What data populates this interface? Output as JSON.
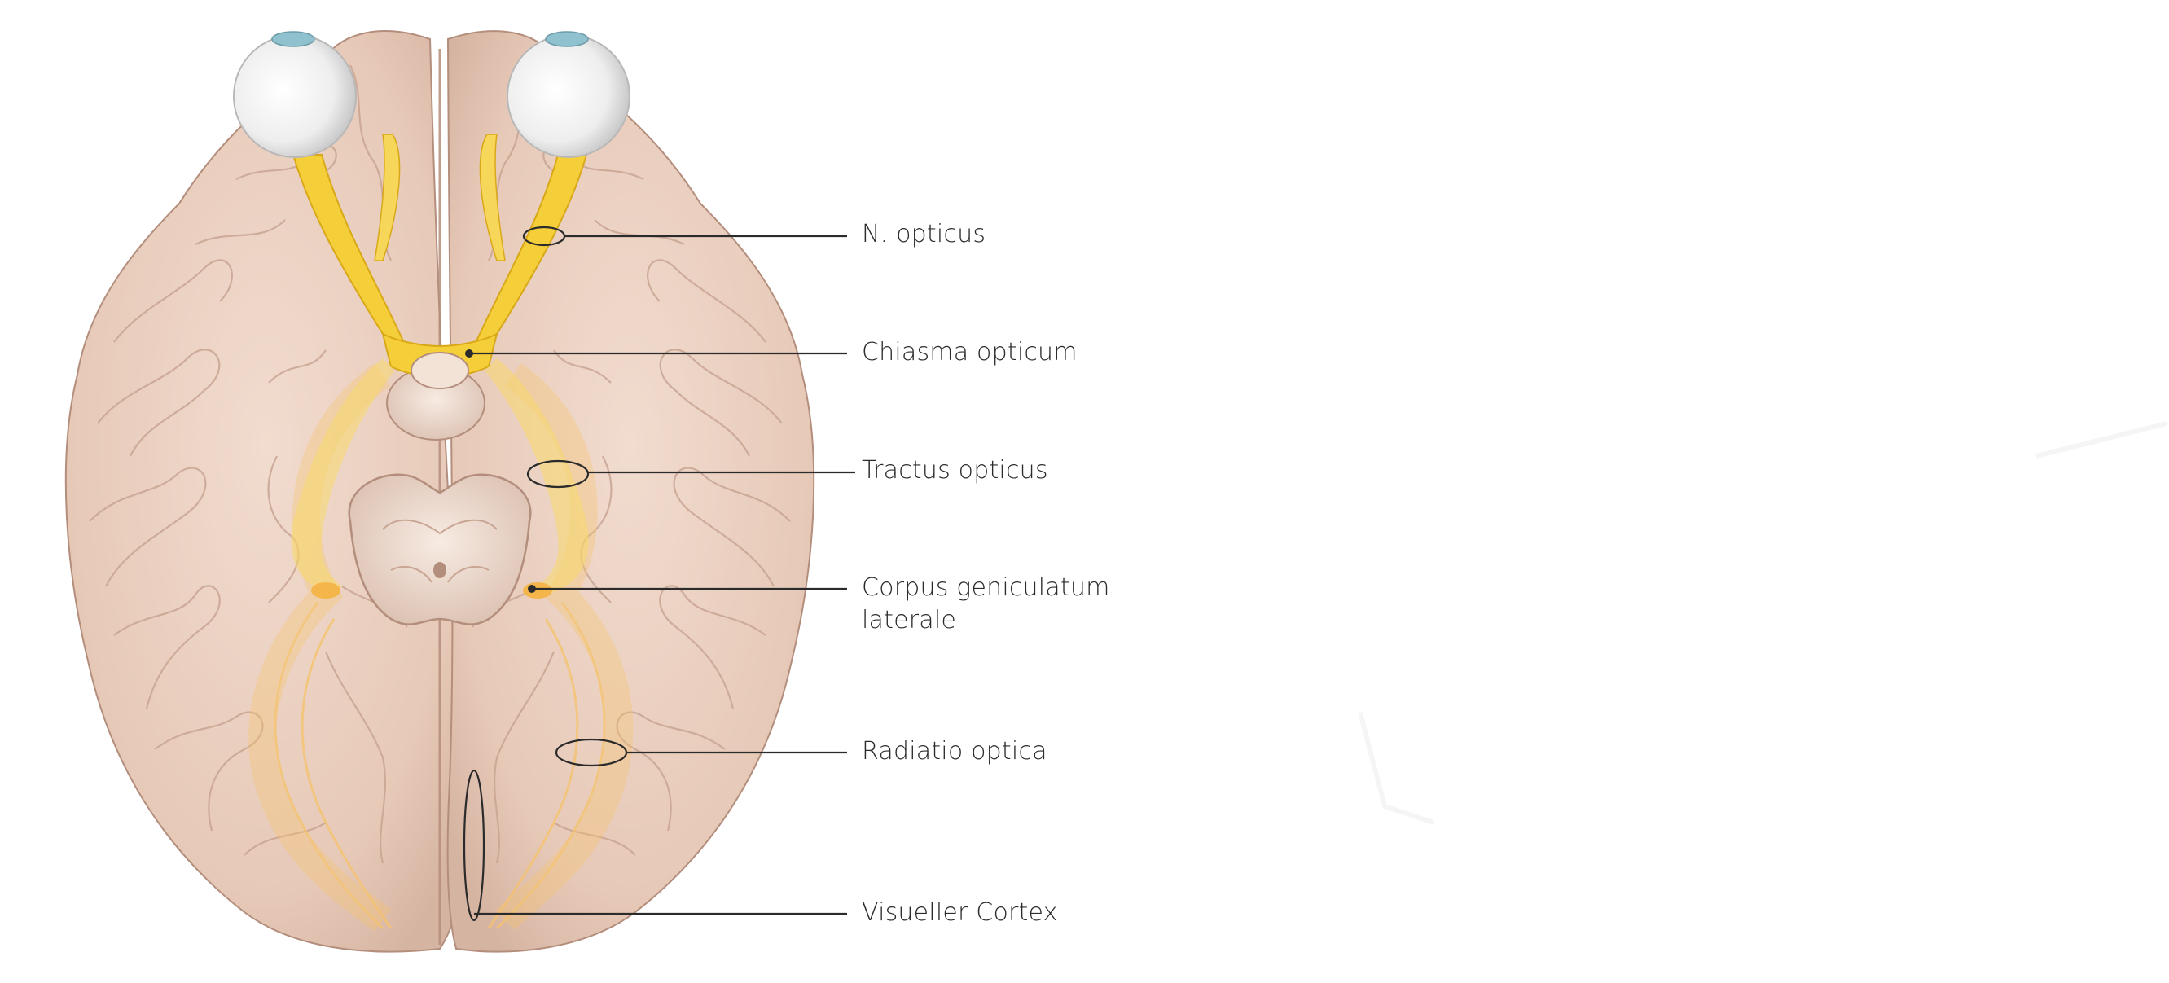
{
  "diagram": {
    "labels": {
      "n_opticus": "N. opticus",
      "chiasma_opticum": "Chiasma opticum",
      "tractus_opticus": "Tractus opticus",
      "corpus_geniculatum_line1": "Corpus geniculatum",
      "corpus_geniculatum_line2": "laterale",
      "radiatio_optica": "Radiatio optica",
      "visueller_cortex": "Visueller Cortex"
    },
    "colors": {
      "brain_fill": "#ecd3c4",
      "brain_shadow": "#d4b2a0",
      "brain_outline": "#b48e7c",
      "optic_nerve": "#f5cf3a",
      "optic_radiation": "#f6c36a",
      "eyeball": "#f1f1f1",
      "iris": "#8fc1cf",
      "leader_line": "#2b2b2b"
    }
  }
}
